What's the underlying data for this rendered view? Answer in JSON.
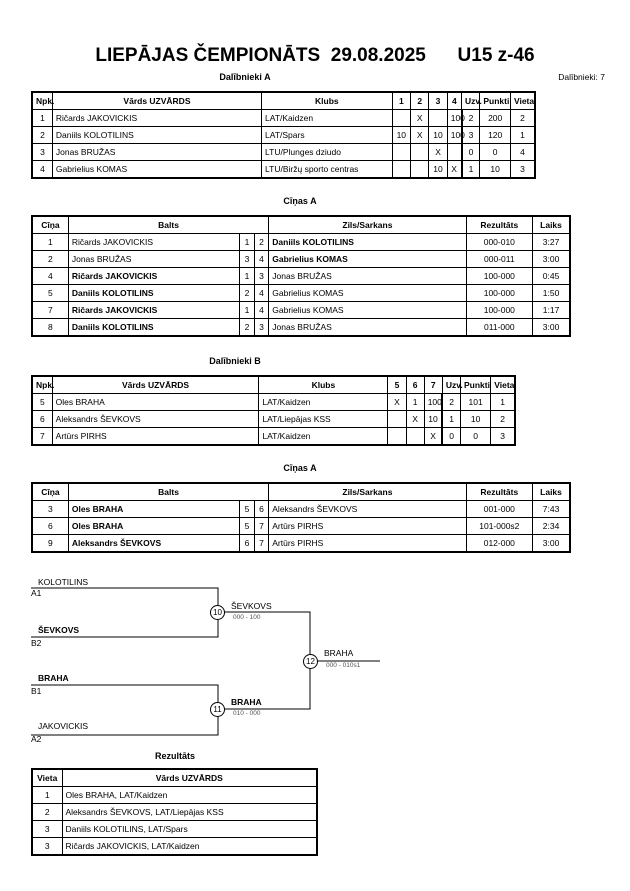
{
  "header": {
    "title": "LIEPĀJAS ČEMPIONĀTS  29.08.2025      U15 z-46",
    "pool_a_label": "Dalībnieki A",
    "participants_count": "Dalībnieki: 7"
  },
  "pool_a": {
    "headers": [
      "Npk.",
      "Vārds UZVĀRDS",
      "Klubs",
      "1",
      "2",
      "3",
      "4",
      "Uzv.",
      "Punkti",
      "Vieta"
    ],
    "rows": [
      [
        "1",
        "Ričards JAKOVICKIS",
        "LAT/Kaidzen",
        "",
        "X",
        "",
        "100",
        "100",
        "2",
        "200",
        "2"
      ],
      [
        "2",
        "Daniils KOLOTILINS",
        "LAT/Spars",
        "10",
        "X",
        "10",
        "100",
        "3",
        "120",
        "1"
      ],
      [
        "3",
        "Jonas BRUŽAS",
        "LTU/Plunges dziudo",
        "",
        "",
        "X",
        "",
        "0",
        "0",
        "4"
      ],
      [
        "4",
        "Gabrielius KOMAS",
        "LTU/Biržų sporto centras",
        "",
        "",
        "10",
        "X",
        "1",
        "10",
        "3"
      ]
    ]
  },
  "bouts_a": {
    "title": "Cīņas A",
    "headers": [
      "Cīņa",
      "Balts",
      "Zils/Sarkans",
      "Rezultāts",
      "Laiks"
    ],
    "rows": [
      {
        "n": "1",
        "white": "Ričards JAKOVICKIS",
        "a": "1",
        "b": "2",
        "blue": "Daniils KOLOTILINS",
        "score": "000-010",
        "time": "3:27",
        "winner": "blue"
      },
      {
        "n": "2",
        "white": "Jonas BRUŽAS",
        "a": "3",
        "b": "4",
        "blue": "Gabrielius KOMAS",
        "score": "000-011",
        "time": "3:00",
        "winner": "blue"
      },
      {
        "n": "4",
        "white": "Ričards JAKOVICKIS",
        "a": "1",
        "b": "3",
        "blue": "Jonas BRUŽAS",
        "score": "100-000",
        "time": "0:45",
        "winner": "white"
      },
      {
        "n": "5",
        "white": "Daniils KOLOTILINS",
        "a": "2",
        "b": "4",
        "blue": "Gabrielius KOMAS",
        "score": "100-000",
        "time": "1:50",
        "winner": "white"
      },
      {
        "n": "7",
        "white": "Ričards JAKOVICKIS",
        "a": "1",
        "b": "4",
        "blue": "Gabrielius KOMAS",
        "score": "100-000",
        "time": "1:17",
        "winner": "white"
      },
      {
        "n": "8",
        "white": "Daniils KOLOTILINS",
        "a": "2",
        "b": "3",
        "blue": "Jonas BRUŽAS",
        "score": "011-000",
        "time": "3:00",
        "winner": "white"
      }
    ]
  },
  "pool_b": {
    "title": "Dalībnieki B",
    "headers": [
      "Npk.",
      "Vārds UZVĀRDS",
      "Klubs",
      "5",
      "6",
      "7",
      "Uzv.",
      "Punkti",
      "Vieta"
    ],
    "rows": [
      [
        "5",
        "Oles BRAHA",
        "LAT/Kaidzen",
        "X",
        "1",
        "100",
        "2",
        "101",
        "1"
      ],
      [
        "6",
        "Aleksandrs ŠEVKOVS",
        "LAT/Liepājas KSS",
        "",
        "X",
        "10",
        "1",
        "10",
        "2"
      ],
      [
        "7",
        "Artūrs PIRHS",
        "LAT/Kaidzen",
        "",
        "",
        "X",
        "0",
        "0",
        "3"
      ]
    ]
  },
  "bouts_b": {
    "title": "Cīņas A",
    "headers": [
      "Cīņa",
      "Balts",
      "Zils/Sarkans",
      "Rezultāts",
      "Laiks"
    ],
    "rows": [
      {
        "n": "3",
        "white": "Oles BRAHA",
        "a": "5",
        "b": "6",
        "blue": "Aleksandrs ŠEVKOVS",
        "score": "001-000",
        "time": "7:43",
        "winner": "white"
      },
      {
        "n": "6",
        "white": "Oles BRAHA",
        "a": "5",
        "b": "7",
        "blue": "Artūrs PIRHS",
        "score": "101-000s2",
        "time": "2:34",
        "winner": "white"
      },
      {
        "n": "9",
        "white": "Aleksandrs ŠEVKOVS",
        "a": "6",
        "b": "7",
        "blue": "Artūrs PIRHS",
        "score": "012-000",
        "time": "3:00",
        "winner": "white"
      }
    ]
  },
  "bracket": {
    "s1_top": "KOLOTILINS",
    "s1_top_seed": "A1",
    "s1_bot": "ŠEVKOVS",
    "s1_bot_seed": "B2",
    "s2_top": "BRAHA",
    "s2_top_seed": "B1",
    "s2_bot": "JAKOVICKIS",
    "s2_bot_seed": "A2",
    "m10": "10",
    "m10_winner": "ŠEVKOVS",
    "m10_score": "000 - 100",
    "m11": "11",
    "m11_winner": "BRAHA",
    "m11_score": "010 - 000",
    "m12": "12",
    "m12_winner": "BRAHA",
    "m12_score": "000 - 010s1"
  },
  "results": {
    "title": "Rezultāts",
    "headers": [
      "Vieta",
      "Vārds UZVĀRDS"
    ],
    "rows": [
      [
        "1",
        "Oles BRAHA, LAT/Kaidzen"
      ],
      [
        "2",
        "Aleksandrs ŠEVKOVS, LAT/Liepājas KSS"
      ],
      [
        "3",
        "Daniils KOLOTILINS, LAT/Spars"
      ],
      [
        "3",
        "Ričards JAKOVICKIS, LAT/Kaidzen"
      ]
    ]
  }
}
